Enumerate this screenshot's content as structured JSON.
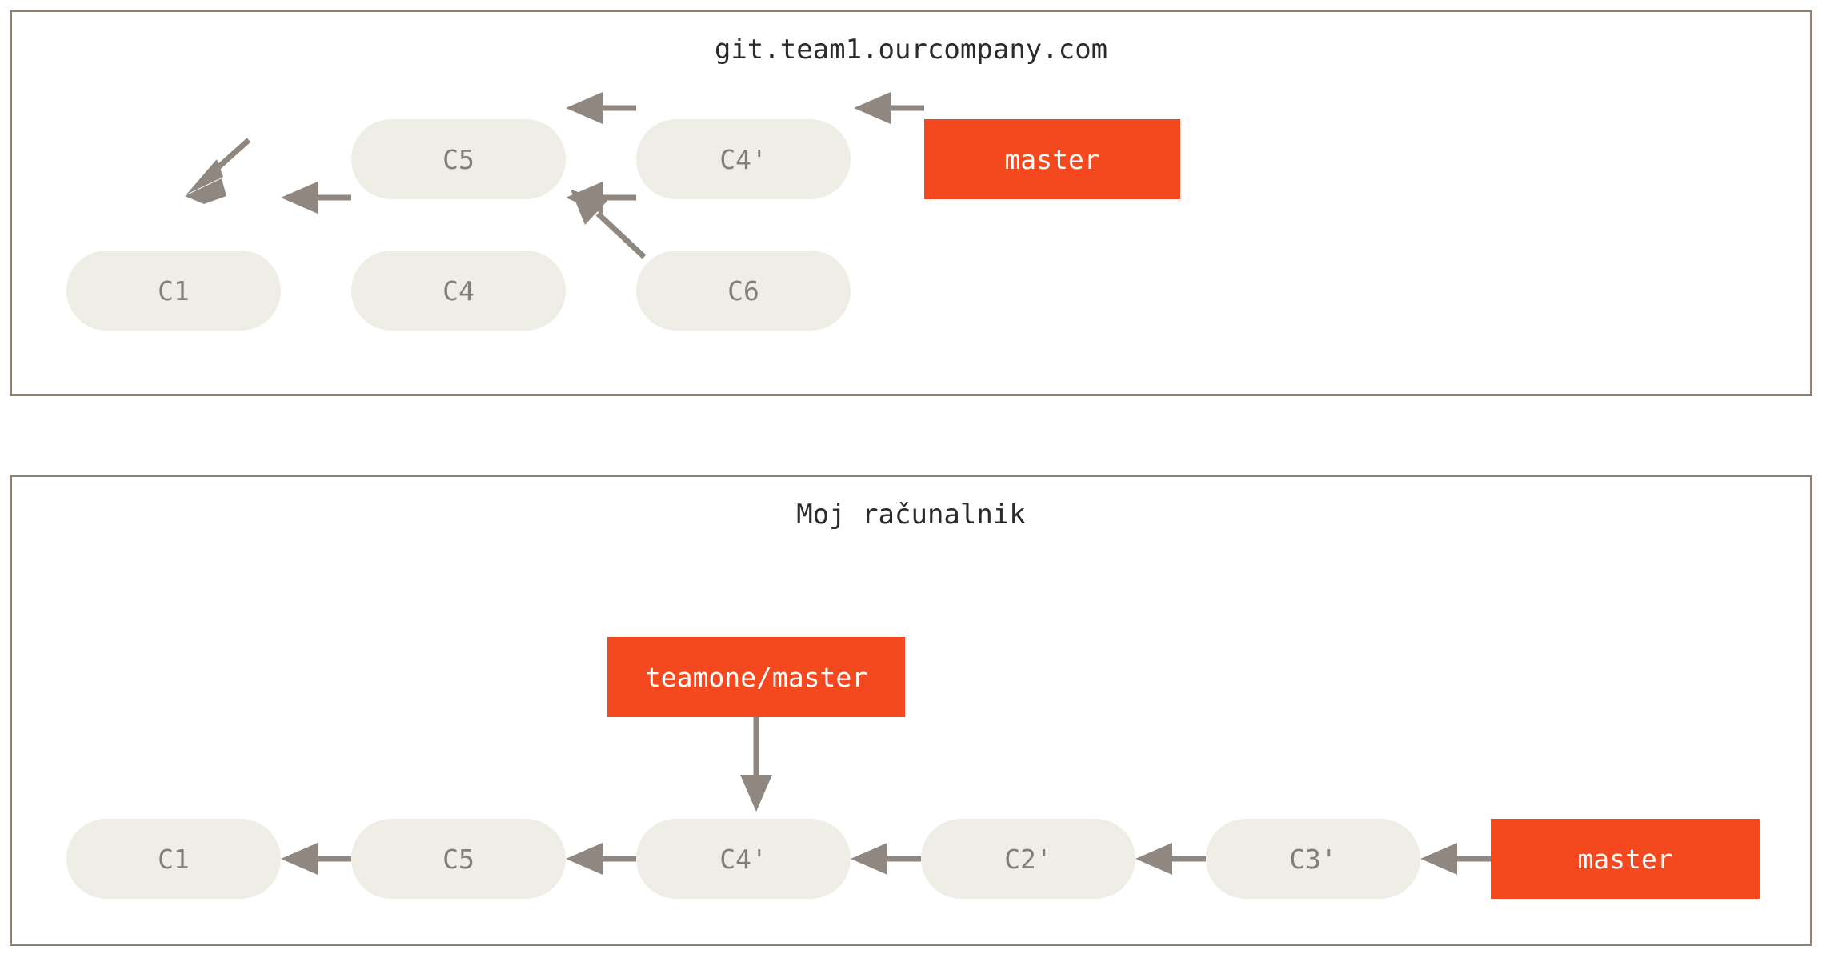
{
  "diagram": {
    "type": "git-history-graph",
    "colors": {
      "panel_border": "#8a8279",
      "commit_fill": "#efeee6",
      "commit_text": "#807f7a",
      "ref_fill": "#f4481f",
      "ref_text": "#ffffff",
      "arrow": "#908880",
      "background": "#ffffff"
    }
  },
  "panels": [
    {
      "id": "remote",
      "title": "git.team1.ourcompany.com",
      "commits": [
        {
          "id": "c1",
          "label": "C1"
        },
        {
          "id": "c4",
          "label": "C4"
        },
        {
          "id": "c6",
          "label": "C6"
        },
        {
          "id": "c5",
          "label": "C5"
        },
        {
          "id": "c4p",
          "label": "C4'"
        }
      ],
      "refs": [
        {
          "id": "master",
          "label": "master",
          "points_to": "C4'"
        }
      ],
      "edges": [
        {
          "from": "C5",
          "to": "C1"
        },
        {
          "from": "C4",
          "to": "C1"
        },
        {
          "from": "C6",
          "to": "C4"
        },
        {
          "from": "C6",
          "to": "C5"
        },
        {
          "from": "C4'",
          "to": "C5"
        },
        {
          "from": "master",
          "to": "C4'"
        }
      ]
    },
    {
      "id": "local",
      "title": "Moj računalnik",
      "commits": [
        {
          "id": "c1",
          "label": "C1"
        },
        {
          "id": "c5",
          "label": "C5"
        },
        {
          "id": "c4p",
          "label": "C4'"
        },
        {
          "id": "c2p",
          "label": "C2'"
        },
        {
          "id": "c3p",
          "label": "C3'"
        }
      ],
      "refs": [
        {
          "id": "teamone-master",
          "label": "teamone/master",
          "points_to": "C4'"
        },
        {
          "id": "master",
          "label": "master",
          "points_to": "C3'"
        }
      ],
      "edges": [
        {
          "from": "C5",
          "to": "C1"
        },
        {
          "from": "C4'",
          "to": "C5"
        },
        {
          "from": "C2'",
          "to": "C4'"
        },
        {
          "from": "C3'",
          "to": "C2'"
        },
        {
          "from": "master",
          "to": "C3'"
        },
        {
          "from": "teamone/master",
          "to": "C4'"
        }
      ]
    }
  ]
}
